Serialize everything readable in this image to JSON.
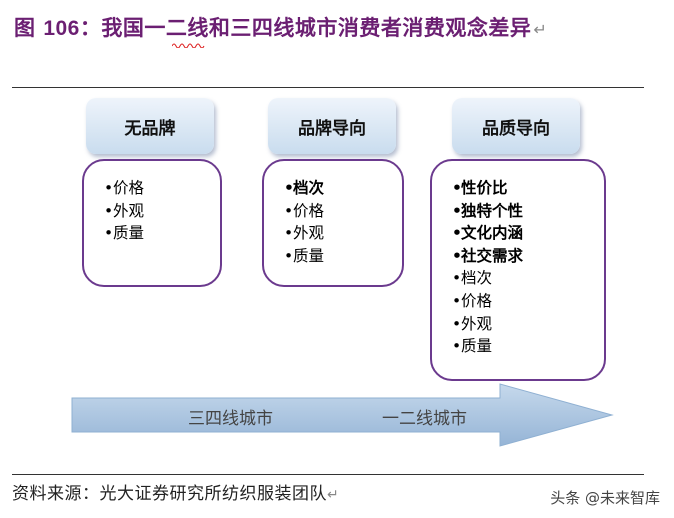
{
  "title": {
    "prefix": "图 ",
    "number": "106",
    "colon": "：",
    "text": "我国一二线和三四线城市消费者消费观念差异"
  },
  "columns": [
    {
      "header": "无品牌",
      "items": [
        {
          "text": "价格",
          "bold": false
        },
        {
          "text": "外观",
          "bold": false
        },
        {
          "text": "质量",
          "bold": false
        }
      ]
    },
    {
      "header": "品牌导向",
      "items": [
        {
          "text": "档次",
          "bold": true
        },
        {
          "text": "价格",
          "bold": false
        },
        {
          "text": "外观",
          "bold": false
        },
        {
          "text": "质量",
          "bold": false
        }
      ]
    },
    {
      "header": "品质导向",
      "items": [
        {
          "text": "性价比",
          "bold": true
        },
        {
          "text": "独特个性",
          "bold": true
        },
        {
          "text": "文化内涵",
          "bold": true
        },
        {
          "text": "社交需求",
          "bold": true
        },
        {
          "text": "档次",
          "bold": false
        },
        {
          "text": "价格",
          "bold": false
        },
        {
          "text": "外观",
          "bold": false
        },
        {
          "text": "质量",
          "bold": false
        }
      ]
    }
  ],
  "arrow": {
    "left_label": "三四线城市",
    "right_label": "一二线城市"
  },
  "source": "资料来源：光大证券研究所纺织服装团队",
  "watermark": "头条 @未来智库",
  "colors": {
    "title": "#6b1f72",
    "box_border": "#6b3a8e",
    "arrow": "#a9c4e0"
  }
}
